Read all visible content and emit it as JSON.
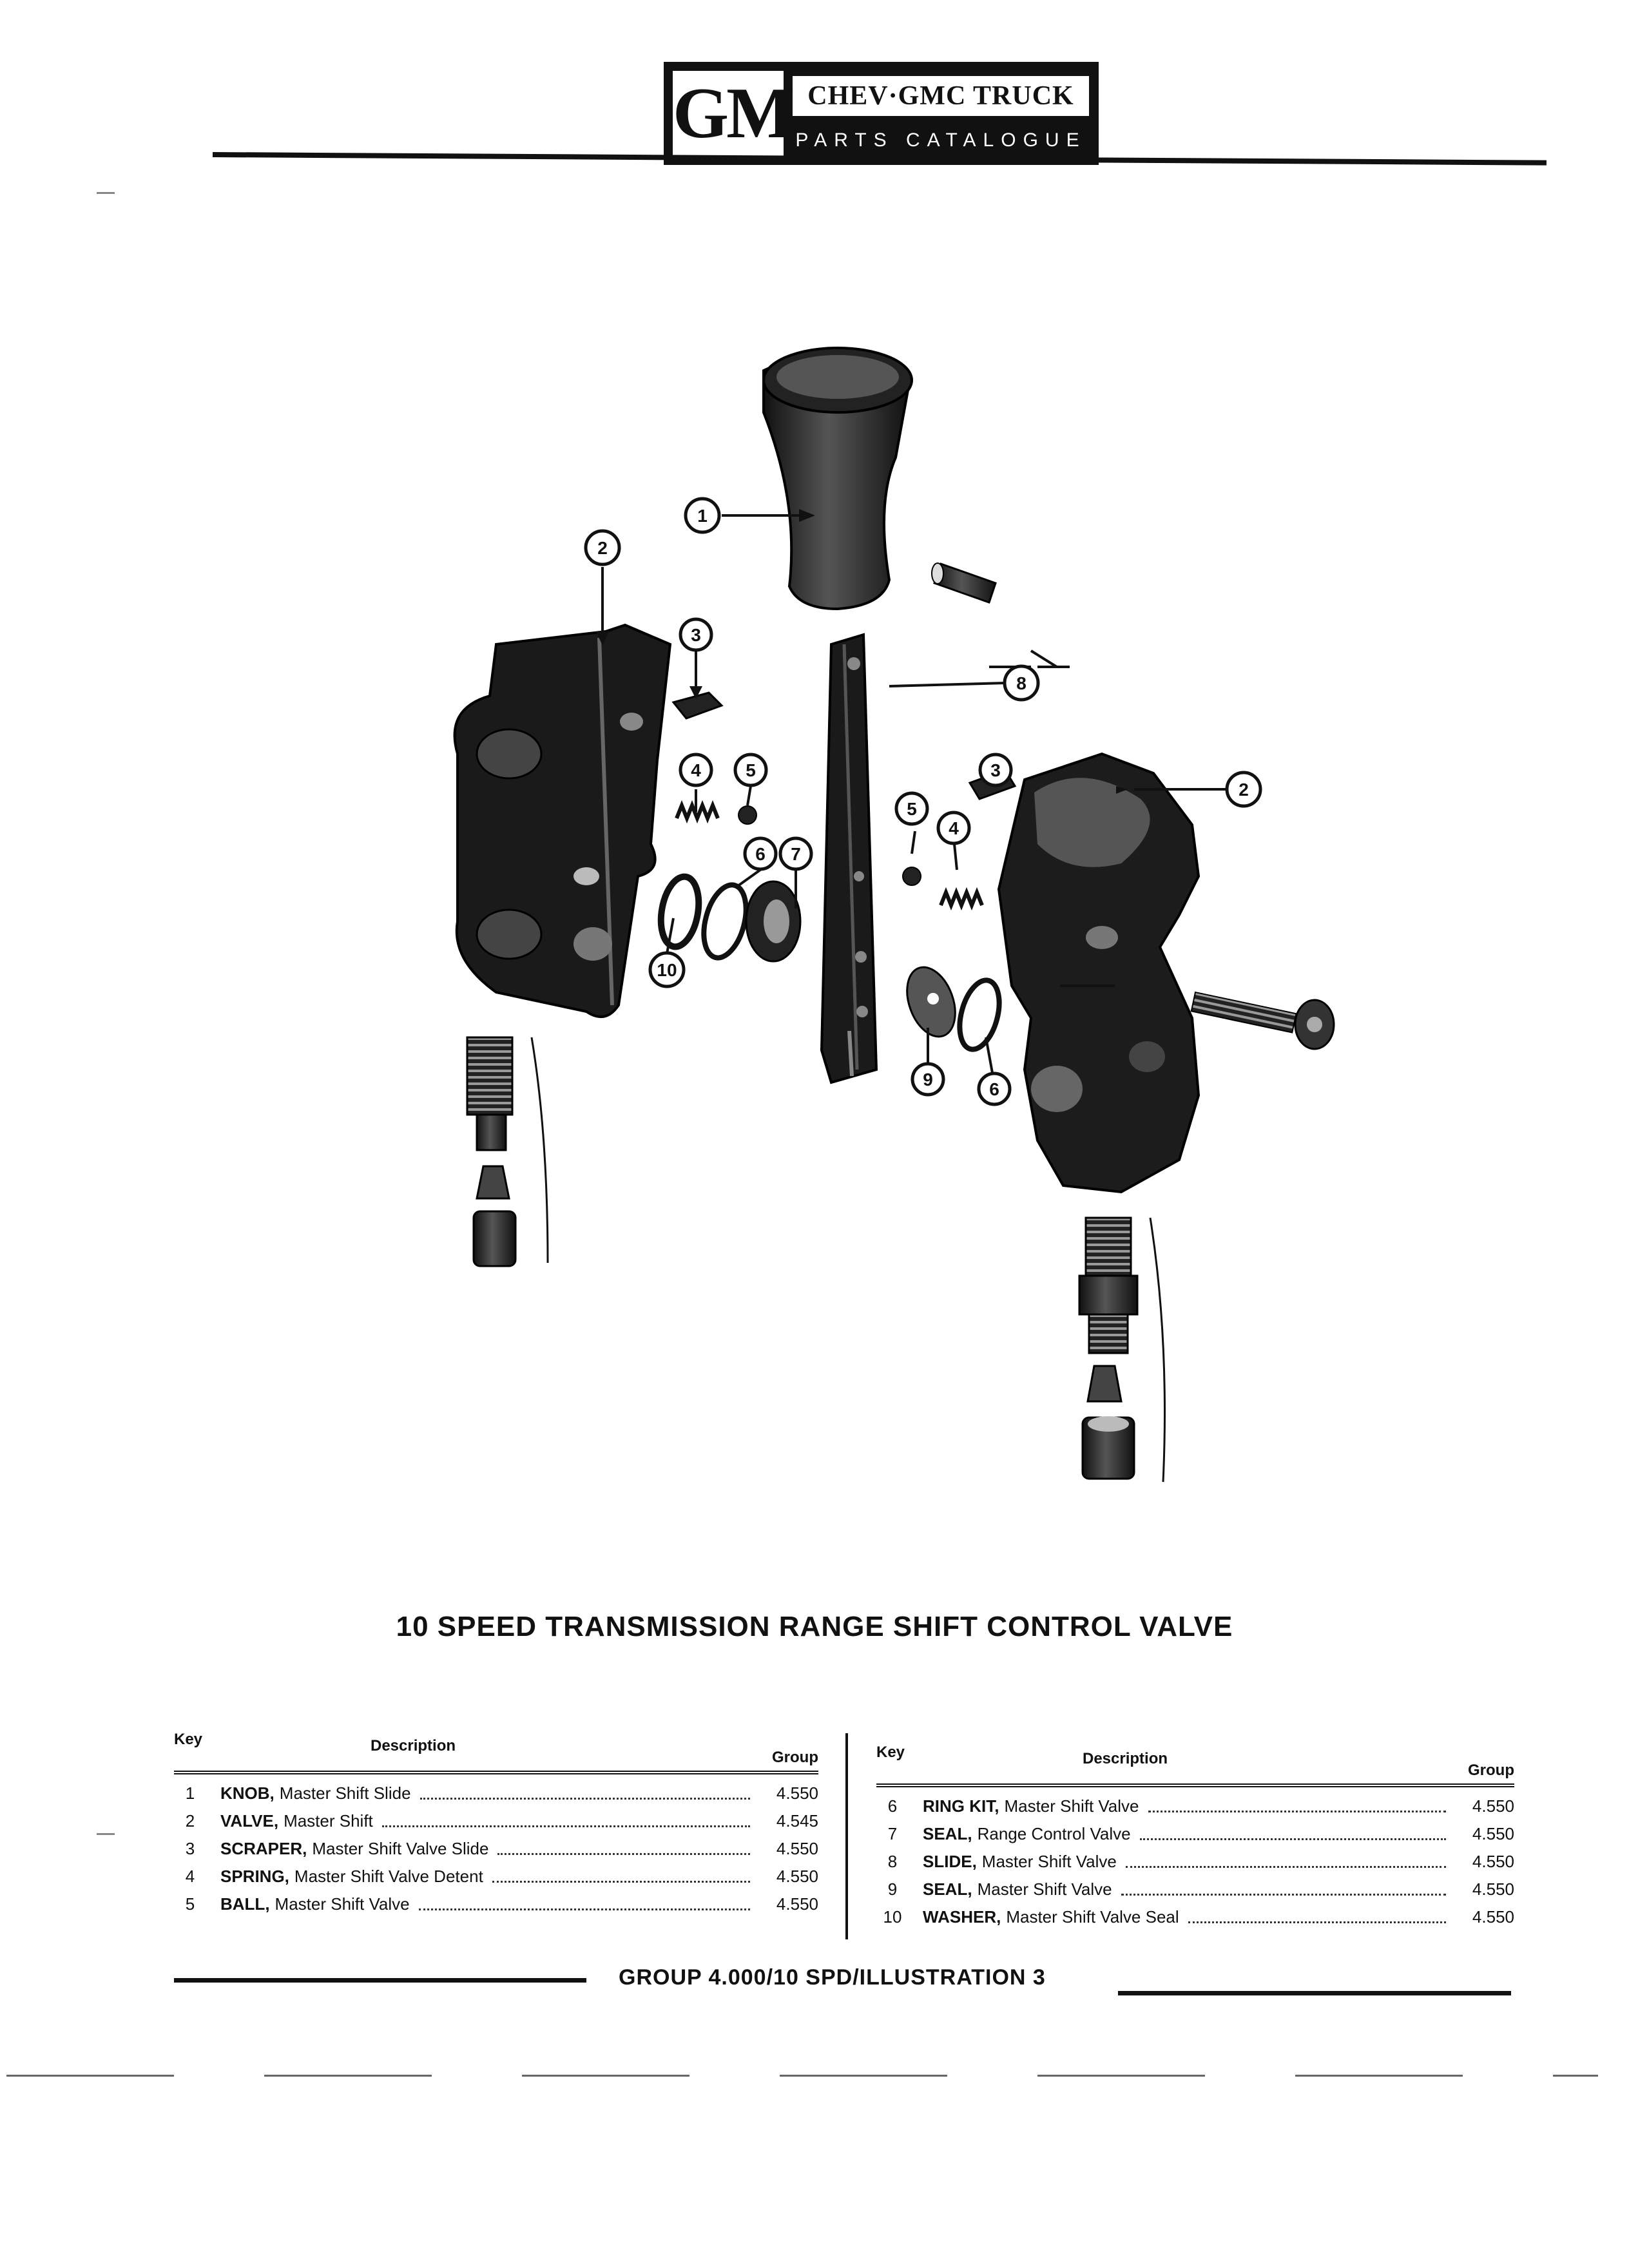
{
  "header": {
    "logo_text": "GM",
    "catalogue_title": "CHEV·GMC TRUCK",
    "catalogue_subtitle": "PARTS CATALOGUE"
  },
  "illustration": {
    "callouts": [
      "1",
      "2",
      "3",
      "4",
      "5",
      "6",
      "7",
      "8",
      "9",
      "10"
    ]
  },
  "title": "10 SPEED TRANSMISSION RANGE SHIFT CONTROL VALVE",
  "table_headers": {
    "key": "Key",
    "description": "Description",
    "group": "Group"
  },
  "parts_left": [
    {
      "key": "1",
      "name": "KNOB,",
      "desc": "Master Shift Slide",
      "group": "4.550"
    },
    {
      "key": "2",
      "name": "VALVE,",
      "desc": "Master Shift",
      "group": "4.545"
    },
    {
      "key": "3",
      "name": "SCRAPER,",
      "desc": "Master Shift Valve Slide",
      "group": "4.550"
    },
    {
      "key": "4",
      "name": "SPRING,",
      "desc": "Master Shift Valve Detent",
      "group": "4.550"
    },
    {
      "key": "5",
      "name": "BALL,",
      "desc": "Master Shift Valve",
      "group": "4.550"
    }
  ],
  "parts_right": [
    {
      "key": "6",
      "name": "RING KIT,",
      "desc": "Master Shift Valve",
      "group": "4.550"
    },
    {
      "key": "7",
      "name": "SEAL,",
      "desc": "Range Control Valve",
      "group": "4.550"
    },
    {
      "key": "8",
      "name": "SLIDE,",
      "desc": "Master Shift Valve",
      "group": "4.550"
    },
    {
      "key": "9",
      "name": "SEAL,",
      "desc": "Master Shift Valve",
      "group": "4.550"
    },
    {
      "key": "10",
      "name": "WASHER,",
      "desc": "Master Shift Valve Seal",
      "group": "4.550"
    }
  ],
  "footer": "GROUP 4.000/10 SPD/ILLUSTRATION 3"
}
